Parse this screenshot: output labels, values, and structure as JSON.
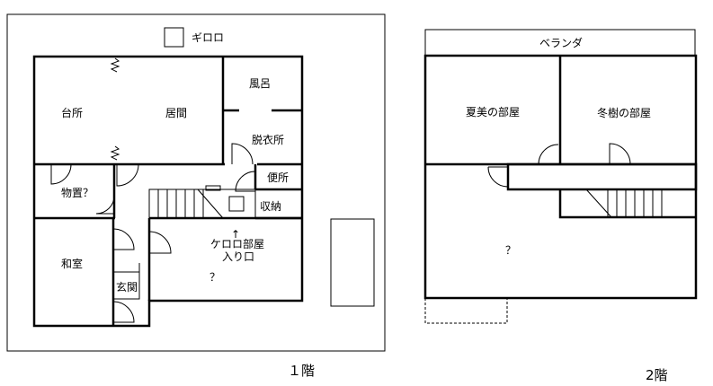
{
  "floor1": {
    "caption": "１階",
    "lot_label": "ギロロ",
    "rooms": {
      "kitchen": "台所",
      "living": "居間",
      "bath": "風呂",
      "dressing": "脱衣所",
      "toilet": "便所",
      "closet": "収納",
      "storage": "物置？",
      "washitsu": "和室",
      "genkan": "玄関",
      "keroro_room": "ケロロ部屋",
      "keroro_entrance": "入り口",
      "keroro_arrow": "↑",
      "unknown": "？"
    }
  },
  "floor2": {
    "caption": "2階",
    "rooms": {
      "veranda": "ベランダ",
      "natsumi": "夏美の部屋",
      "fuyuki": "冬樹の部屋",
      "unknown": "？"
    }
  }
}
